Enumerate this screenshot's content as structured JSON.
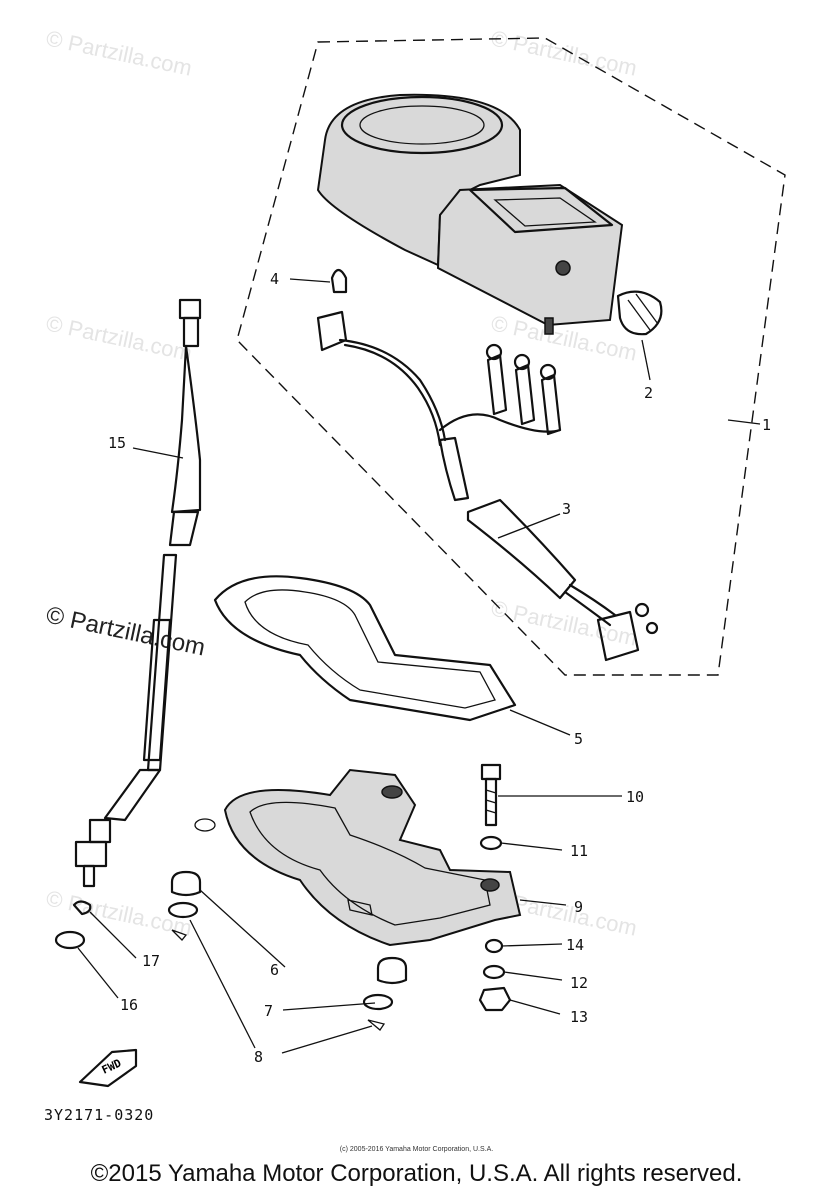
{
  "watermarks": {
    "faint": [
      "© Partzilla.com",
      "© Partzilla.com",
      "© Partzilla.com",
      "© Partzilla.com",
      "© Partzilla.com",
      "© Partzilla.com",
      "© Partzilla.com"
    ],
    "bold": "© Partzilla.com"
  },
  "callouts": [
    {
      "id": "1",
      "label": "1"
    },
    {
      "id": "2",
      "label": "2"
    },
    {
      "id": "3",
      "label": "3"
    },
    {
      "id": "4",
      "label": "4"
    },
    {
      "id": "5",
      "label": "5"
    },
    {
      "id": "6",
      "label": "6"
    },
    {
      "id": "7",
      "label": "7"
    },
    {
      "id": "8",
      "label": "8"
    },
    {
      "id": "9",
      "label": "9"
    },
    {
      "id": "10",
      "label": "10"
    },
    {
      "id": "11",
      "label": "11"
    },
    {
      "id": "12",
      "label": "12"
    },
    {
      "id": "13",
      "label": "13"
    },
    {
      "id": "14",
      "label": "14"
    },
    {
      "id": "15",
      "label": "15"
    },
    {
      "id": "16",
      "label": "16"
    },
    {
      "id": "17",
      "label": "17"
    }
  ],
  "fwd_label": "FWD",
  "drawing_number": "3Y2171-0320",
  "small_copyright": "(c) 2005-2016 Yamaha Motor Corporation, U.S.A.",
  "main_copyright": "©2015 Yamaha Motor Corporation, U.S.A. All rights reserved."
}
